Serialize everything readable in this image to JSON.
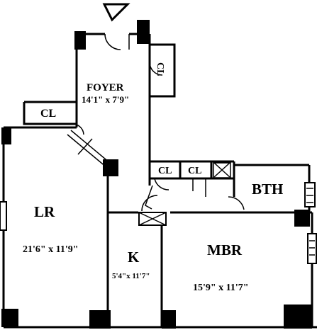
{
  "rooms": {
    "foyer": {
      "label": "FOYER",
      "dims": "14'1\" x 7'9\""
    },
    "closet_foyer": {
      "label": "CL"
    },
    "closet_left": {
      "label": "CL"
    },
    "closet_hall_1": {
      "label": "CL"
    },
    "closet_hall_2": {
      "label": "CL"
    },
    "living_room": {
      "label": "LR",
      "dims": "21'6\" x 11'9\""
    },
    "kitchen": {
      "label": "K",
      "dims": "5'4\"x 11'7\""
    },
    "master_bedroom": {
      "label": "MBR",
      "dims": "15'9\" x 11'7\""
    },
    "bathroom": {
      "label": "BTH"
    }
  },
  "symbols": {
    "entrance": "down-triangle-icon"
  }
}
